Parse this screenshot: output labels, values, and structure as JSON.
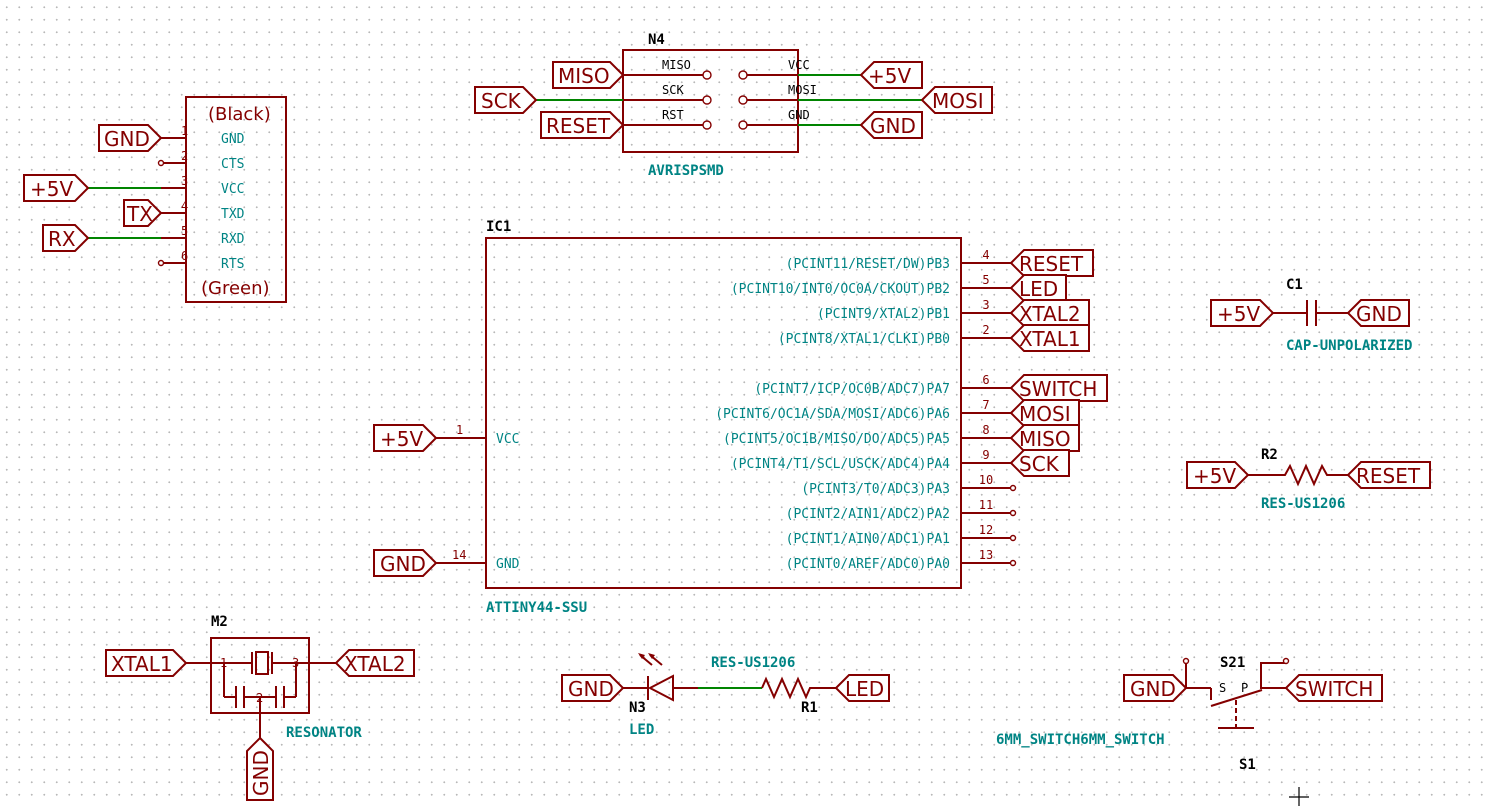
{
  "ftdi": {
    "top_label": "(Black)",
    "bottom_label": "(Green)",
    "pins": [
      {
        "num": "1",
        "name": "GND"
      },
      {
        "num": "2",
        "name": "CTS"
      },
      {
        "num": "3",
        "name": "VCC"
      },
      {
        "num": "4",
        "name": "TXD"
      },
      {
        "num": "5",
        "name": "RXD"
      },
      {
        "num": "6",
        "name": "RTS"
      }
    ],
    "net_labels": {
      "gnd": "GND",
      "vcc": "+5V",
      "tx": "TX",
      "rx": "RX"
    }
  },
  "isp": {
    "ref": "N4",
    "value": "AVRISPSMD",
    "left_pins": [
      "MISO",
      "SCK",
      "RST"
    ],
    "right_pins": [
      "VCC",
      "MOSI",
      "GND"
    ],
    "left_labels": [
      "MISO",
      "SCK",
      "RESET"
    ],
    "right_labels": [
      "+5V",
      "MOSI",
      "GND"
    ]
  },
  "mcu": {
    "ref": "IC1",
    "value": "ATTINY44-SSU",
    "left_pins": [
      {
        "num": "1",
        "name": "VCC",
        "label": "+5V"
      },
      {
        "num": "14",
        "name": "GND",
        "label": "GND"
      }
    ],
    "right_pins": [
      {
        "num": "4",
        "name": "(PCINT11/RESET/DW)PB3",
        "label": "RESET"
      },
      {
        "num": "5",
        "name": "(PCINT10/INT0/OC0A/CKOUT)PB2",
        "label": "LED"
      },
      {
        "num": "3",
        "name": "(PCINT9/XTAL2)PB1",
        "label": "XTAL2"
      },
      {
        "num": "2",
        "name": "(PCINT8/XTAL1/CLKI)PB0",
        "label": "XTAL1"
      },
      {
        "num": "6",
        "name": "(PCINT7/ICP/OC0B/ADC7)PA7",
        "label": "SWITCH"
      },
      {
        "num": "7",
        "name": "(PCINT6/OC1A/SDA/MOSI/ADC6)PA6",
        "label": "MOSI"
      },
      {
        "num": "8",
        "name": "(PCINT5/OC1B/MISO/DO/ADC5)PA5",
        "label": "MISO"
      },
      {
        "num": "9",
        "name": "(PCINT4/T1/SCL/USCK/ADC4)PA4",
        "label": "SCK"
      },
      {
        "num": "10",
        "name": "(PCINT3/T0/ADC3)PA3",
        "label": ""
      },
      {
        "num": "11",
        "name": "(PCINT2/AIN1/ADC2)PA2",
        "label": ""
      },
      {
        "num": "12",
        "name": "(PCINT1/AIN0/ADC1)PA1",
        "label": ""
      },
      {
        "num": "13",
        "name": "(PCINT0/AREF/ADC0)PA0",
        "label": ""
      }
    ]
  },
  "cap": {
    "ref": "C1",
    "value": "CAP-UNPOLARIZED",
    "left_label": "+5V",
    "right_label": "GND"
  },
  "r2": {
    "ref": "R2",
    "value": "RES-US1206",
    "left_label": "+5V",
    "right_label": "RESET"
  },
  "resonator": {
    "ref": "M2",
    "value": "RESONATOR",
    "pins": [
      "1",
      "3",
      "2"
    ],
    "left_label": "XTAL1",
    "right_label": "XTAL2",
    "bottom_label": "GND"
  },
  "led": {
    "ref": "N3",
    "value": "LED",
    "label": "GND"
  },
  "r1": {
    "ref": "R1",
    "value": "RES-US1206",
    "label": "LED"
  },
  "switch": {
    "ref": "S1",
    "pin_ref": "S21",
    "value": "6MM_SWITCH6MM_SWITCH",
    "s_label": "S",
    "p_label": "P",
    "left_label": "GND",
    "right_label": "SWITCH"
  }
}
